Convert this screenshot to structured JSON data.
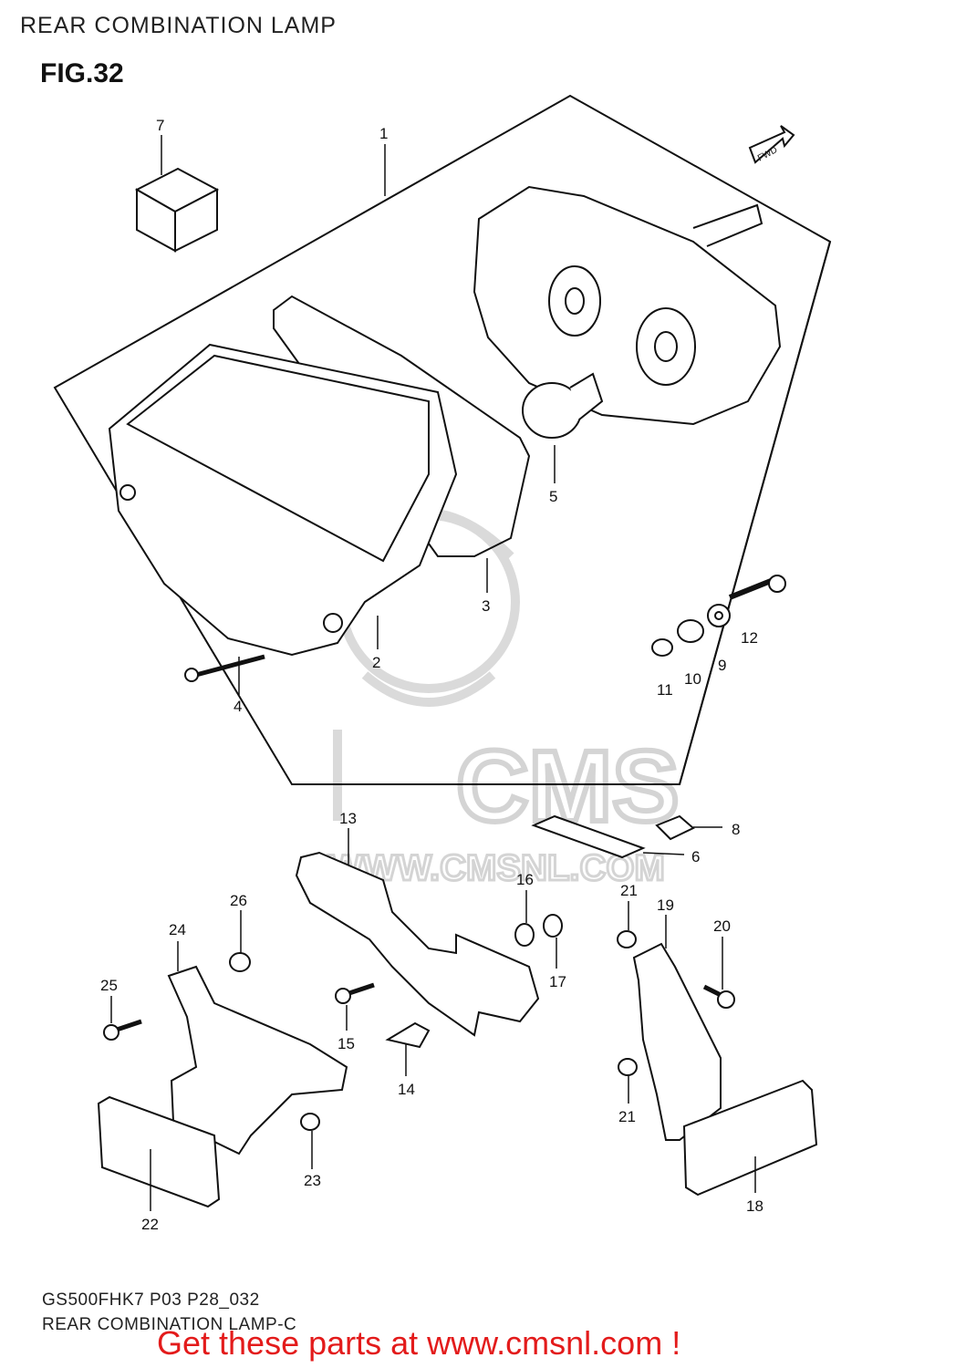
{
  "header": {
    "title": "REAR COMBINATION LAMP"
  },
  "figure": {
    "label": "FIG.32"
  },
  "diagram": {
    "direction_marker": "FWD",
    "watermark": {
      "logo_text": "CMS",
      "url_text": "WWW.CMSNL.COM"
    },
    "part_numbers": [
      "1",
      "2",
      "3",
      "4",
      "5",
      "6",
      "7",
      "8",
      "9",
      "10",
      "11",
      "12",
      "13",
      "14",
      "15",
      "16",
      "17",
      "18",
      "19",
      "20",
      "21",
      "21",
      "22",
      "23",
      "24",
      "25",
      "26"
    ]
  },
  "footer": {
    "code": "GS500FHK7 P03 P28_032",
    "subtitle": "REAR COMBINATION LAMP-C",
    "cta": "Get these parts at www.cmsnl.com !"
  },
  "colors": {
    "cta": "#e31b1b",
    "line": "#111111",
    "watermark": "#d9d9d9"
  }
}
